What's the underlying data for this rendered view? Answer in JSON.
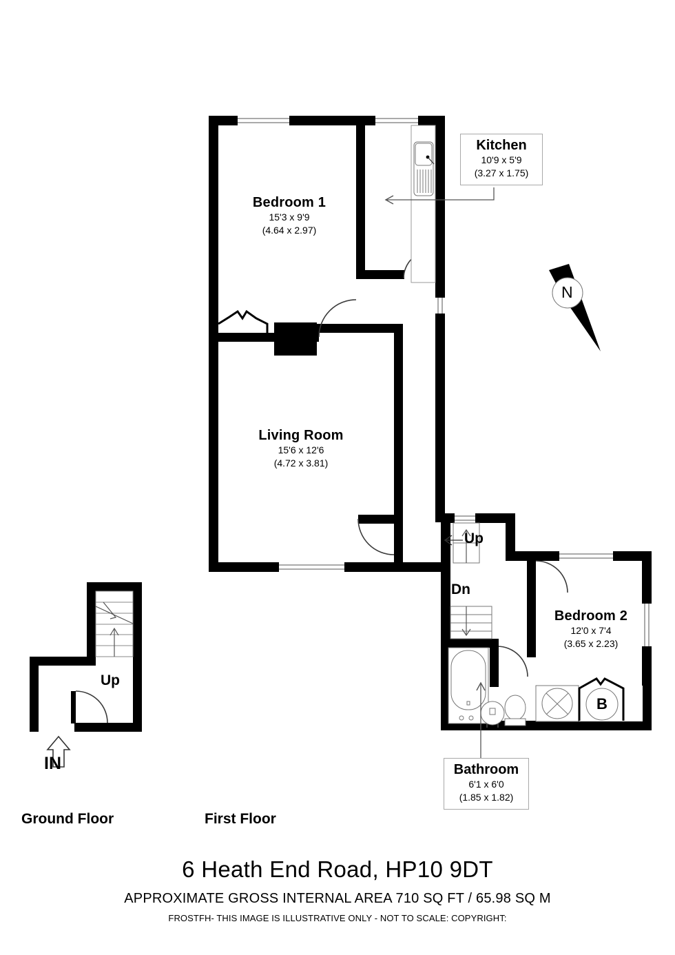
{
  "document": {
    "address": "6 Heath End Road, HP10 9DT",
    "area_note": "APPROXIMATE GROSS INTERNAL AREA 710 SQ FT / 65.98 SQ M",
    "copyright": "FROSTFH- THIS IMAGE IS ILLUSTRATIVE ONLY - NOT TO SCALE: COPYRIGHT:"
  },
  "floors": [
    {
      "caption": "Ground Floor"
    },
    {
      "caption": "First Floor"
    }
  ],
  "rooms": [
    {
      "key": "bedroom1",
      "name": "Bedroom 1",
      "dim_imperial": "15'3 x 9'9",
      "dim_metric": "(4.64 x 2.97)",
      "style": "inline"
    },
    {
      "key": "kitchen",
      "name": "Kitchen",
      "dim_imperial": "10'9 x 5'9",
      "dim_metric": "(3.27 x 1.75)",
      "style": "callout"
    },
    {
      "key": "living_room",
      "name": "Living Room",
      "dim_imperial": "15'6 x 12'6",
      "dim_metric": "(4.72 x 3.81)",
      "style": "inline"
    },
    {
      "key": "bedroom2",
      "name": "Bedroom 2",
      "dim_imperial": "12'0 x 7'4",
      "dim_metric": "(3.65 x 2.23)",
      "style": "inline"
    },
    {
      "key": "bathroom",
      "name": "Bathroom",
      "dim_imperial": "6'1 x 6'0",
      "dim_metric": "(1.85 x 1.82)",
      "style": "callout"
    }
  ],
  "annotations": {
    "ground_up": "Up",
    "ground_in": "IN",
    "first_up": "Up",
    "first_dn": "Dn",
    "boiler": "B",
    "compass_north": "N"
  },
  "colors": {
    "wall": "#000000",
    "fill": "#ffffff",
    "thin_line": "#5a5a5a",
    "callout_border": "#a8a8a8",
    "text": "#000000"
  }
}
